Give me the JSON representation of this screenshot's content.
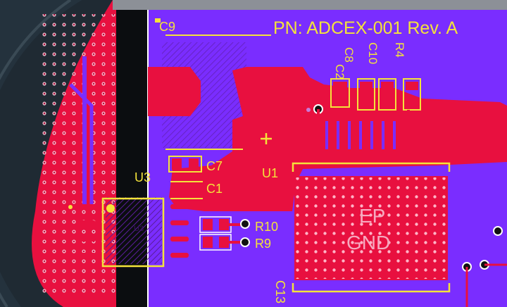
{
  "board": {
    "part_number": "PN: ADCEX-001 Rev. A",
    "designators": {
      "c9": "C9",
      "c2": "C2",
      "c8": "C8",
      "c10": "C10",
      "r4": "R4",
      "c7": "C7",
      "c1": "C1",
      "u3": "U3",
      "u3_body": "U3",
      "u1": "U1",
      "r10": "R10",
      "r9": "R9",
      "c13": "C13",
      "ep": "EP",
      "gnd": "GND"
    },
    "colors": {
      "background": "#1f2a33",
      "board_copper": "#7a2dff",
      "top_copper": "#e8103f",
      "silkscreen": "#f4e33a",
      "outline": "#ffffff"
    }
  }
}
